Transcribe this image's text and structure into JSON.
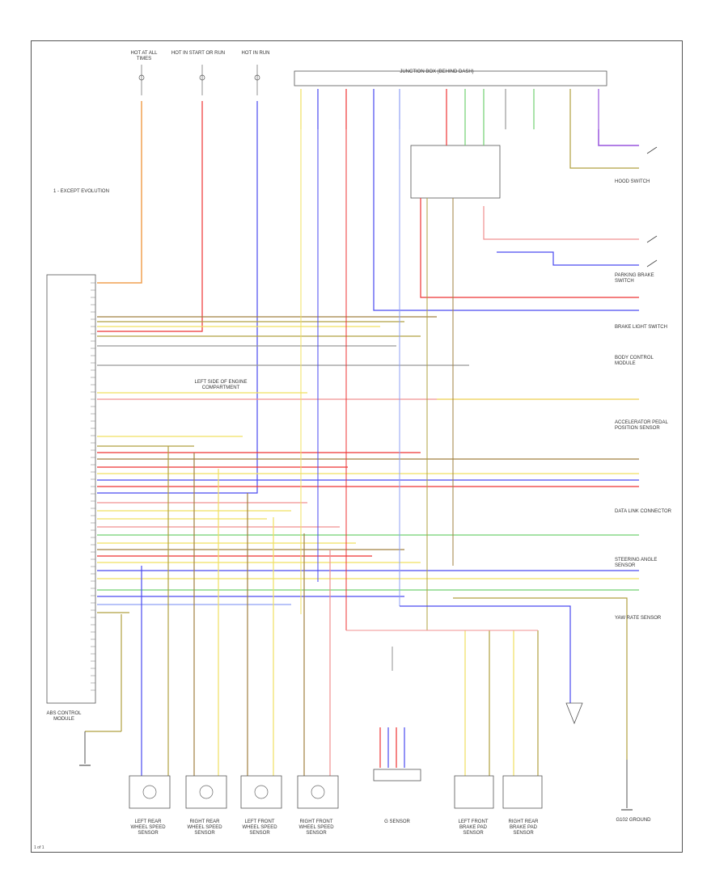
{
  "diagram": {
    "page_number": "1 of 1",
    "note_left": "1 - EXCEPT EVOLUTION",
    "top_fuse_labels": [
      "HOT AT ALL TIMES",
      "HOT IN START OR RUN",
      "HOT IN RUN"
    ],
    "junction_box_label": "JUNCTION BOX (BEHIND DASH)",
    "right_labels": [
      "HOOD SWITCH",
      "PARKING BRAKE SWITCH",
      "BRAKE LIGHT SWITCH",
      "BODY CONTROL MODULE",
      "ACCELERATOR PEDAL POSITION SENSOR",
      "DATA LINK CONNECTOR",
      "STEERING ANGLE SENSOR",
      "YAW RATE SENSOR"
    ],
    "bottom_labels": [
      "LEFT REAR WHEEL SPEED SENSOR",
      "RIGHT REAR WHEEL SPEED SENSOR",
      "LEFT FRONT WHEEL SPEED SENSOR",
      "RIGHT FRONT WHEEL SPEED SENSOR",
      "G SENSOR",
      "LEFT FRONT BRAKE PAD SENSOR",
      "RIGHT REAR BRAKE PAD SENSOR",
      "G102 GROUND"
    ],
    "module_label": "ABS CONTROL MODULE",
    "mid_label": "LEFT SIDE OF ENGINE COMPARTMENT",
    "colors": {
      "orange": "#f0a050",
      "red": "#ee3333",
      "pink": "#f09090",
      "blue": "#4a4af0",
      "lightblue": "#8fa0f5",
      "yellow": "#f0e060",
      "green": "#70d070",
      "olive": "#b0a040",
      "brown": "#a08040",
      "purple": "#9955dd",
      "gray": "#999999"
    }
  }
}
